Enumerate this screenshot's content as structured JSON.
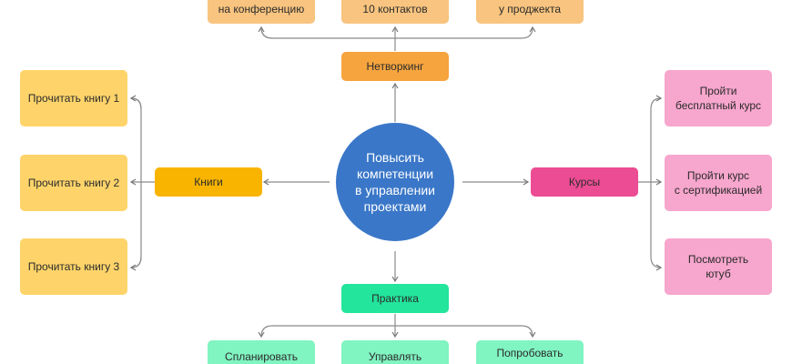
{
  "center": {
    "lines": [
      "Повысить",
      "компетенции",
      "в управлении",
      "проектами"
    ]
  },
  "networking": {
    "label": "Нетворкинг",
    "children": [
      {
        "lines": [
          "на конференцию"
        ]
      },
      {
        "lines": [
          "10 контактов"
        ]
      },
      {
        "lines": [
          "у проджекта"
        ]
      }
    ]
  },
  "books": {
    "label": "Книги",
    "children": [
      {
        "lines": [
          "Прочитать книгу 1"
        ]
      },
      {
        "lines": [
          "Прочитать книгу 2"
        ]
      },
      {
        "lines": [
          "Прочитать книгу 3"
        ]
      }
    ]
  },
  "courses": {
    "label": "Курсы",
    "children": [
      {
        "lines": [
          "Пройти",
          "бесплатный курс"
        ]
      },
      {
        "lines": [
          "Пройти курс",
          "с сертификацией"
        ]
      },
      {
        "lines": [
          "Посмотреть",
          "ютуб"
        ]
      }
    ]
  },
  "practice": {
    "label": "Практика",
    "children": [
      {
        "lines": [
          "Спланировать"
        ]
      },
      {
        "lines": [
          "Управлять"
        ]
      },
      {
        "lines": [
          "Попробовать"
        ]
      }
    ]
  },
  "colors": {
    "center": "#3a77c8",
    "networking": "#f6a43e",
    "books": "#f9b400",
    "courses": "#ec4c94",
    "practice": "#23e59c"
  }
}
